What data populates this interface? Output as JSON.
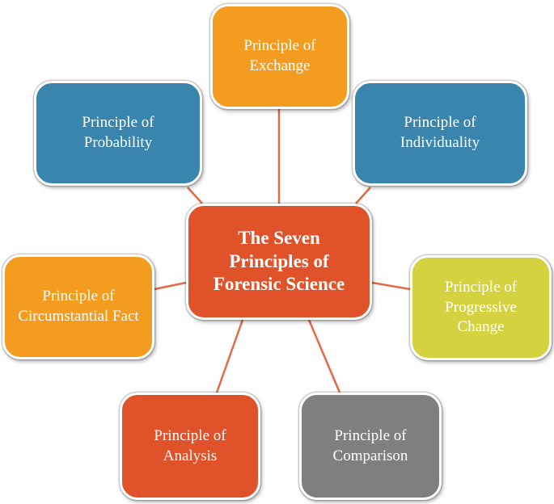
{
  "diagram": {
    "center": {
      "label": "The Seven Principles of Forensic Science",
      "color": "#E0522A"
    },
    "nodes": [
      {
        "id": "exchange",
        "label": "Principle of Exchange",
        "color": "#F39C1F"
      },
      {
        "id": "probability",
        "label": "Principle of Probability",
        "color": "#3A85AE"
      },
      {
        "id": "individuality",
        "label": "Principle of Individuality",
        "color": "#3A85AE"
      },
      {
        "id": "circumstantial",
        "label": "Principle of Circumstantial Fact",
        "color": "#F39C1F"
      },
      {
        "id": "progressive",
        "label": "Principle of Progressive Change",
        "color": "#D4D33F"
      },
      {
        "id": "analysis",
        "label": "Principle of Analysis",
        "color": "#E0522A"
      },
      {
        "id": "comparison",
        "label": "Principle of Comparison",
        "color": "#7F7F7F"
      }
    ],
    "connector_color": "#E46A45"
  }
}
